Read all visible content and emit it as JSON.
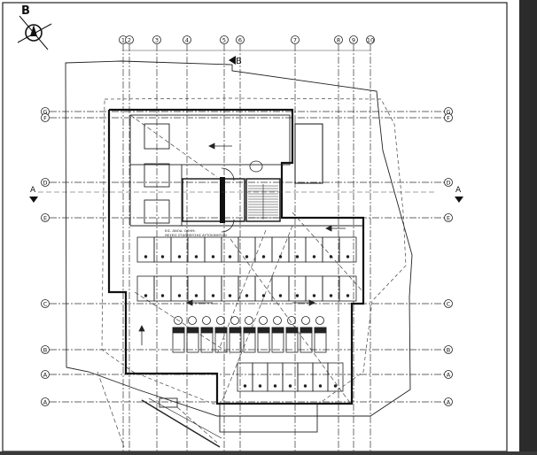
{
  "drawing": {
    "north_label": "B",
    "section_label": "B",
    "section_side_label": "A",
    "column_grid": [
      "1",
      "2",
      "3",
      "4",
      "5",
      "6",
      "7",
      "8",
      "9",
      "10"
    ],
    "row_grid": [
      "G",
      "F",
      "D",
      "E",
      "C",
      "B",
      "A",
      "A"
    ],
    "note_ramp": "ΕΙΣ. ΑΝΟΔ. ΟΧΗΜ.",
    "note_parking": "ΘΕΣΕΙΣ ΣΤΑΘΜΕΥΣΗΣ ΑΥΤΟΚΙΝΗΤΩΝ"
  },
  "colors": {
    "line": "#222222",
    "thick": "#111111",
    "paper": "#ffffff",
    "frame": "#2b2b2b"
  },
  "icons": [
    "north-arrow-icon",
    "section-marker-icon",
    "stair-icon",
    "parking-bay-icon",
    "motorcycle-bay-icon"
  ]
}
